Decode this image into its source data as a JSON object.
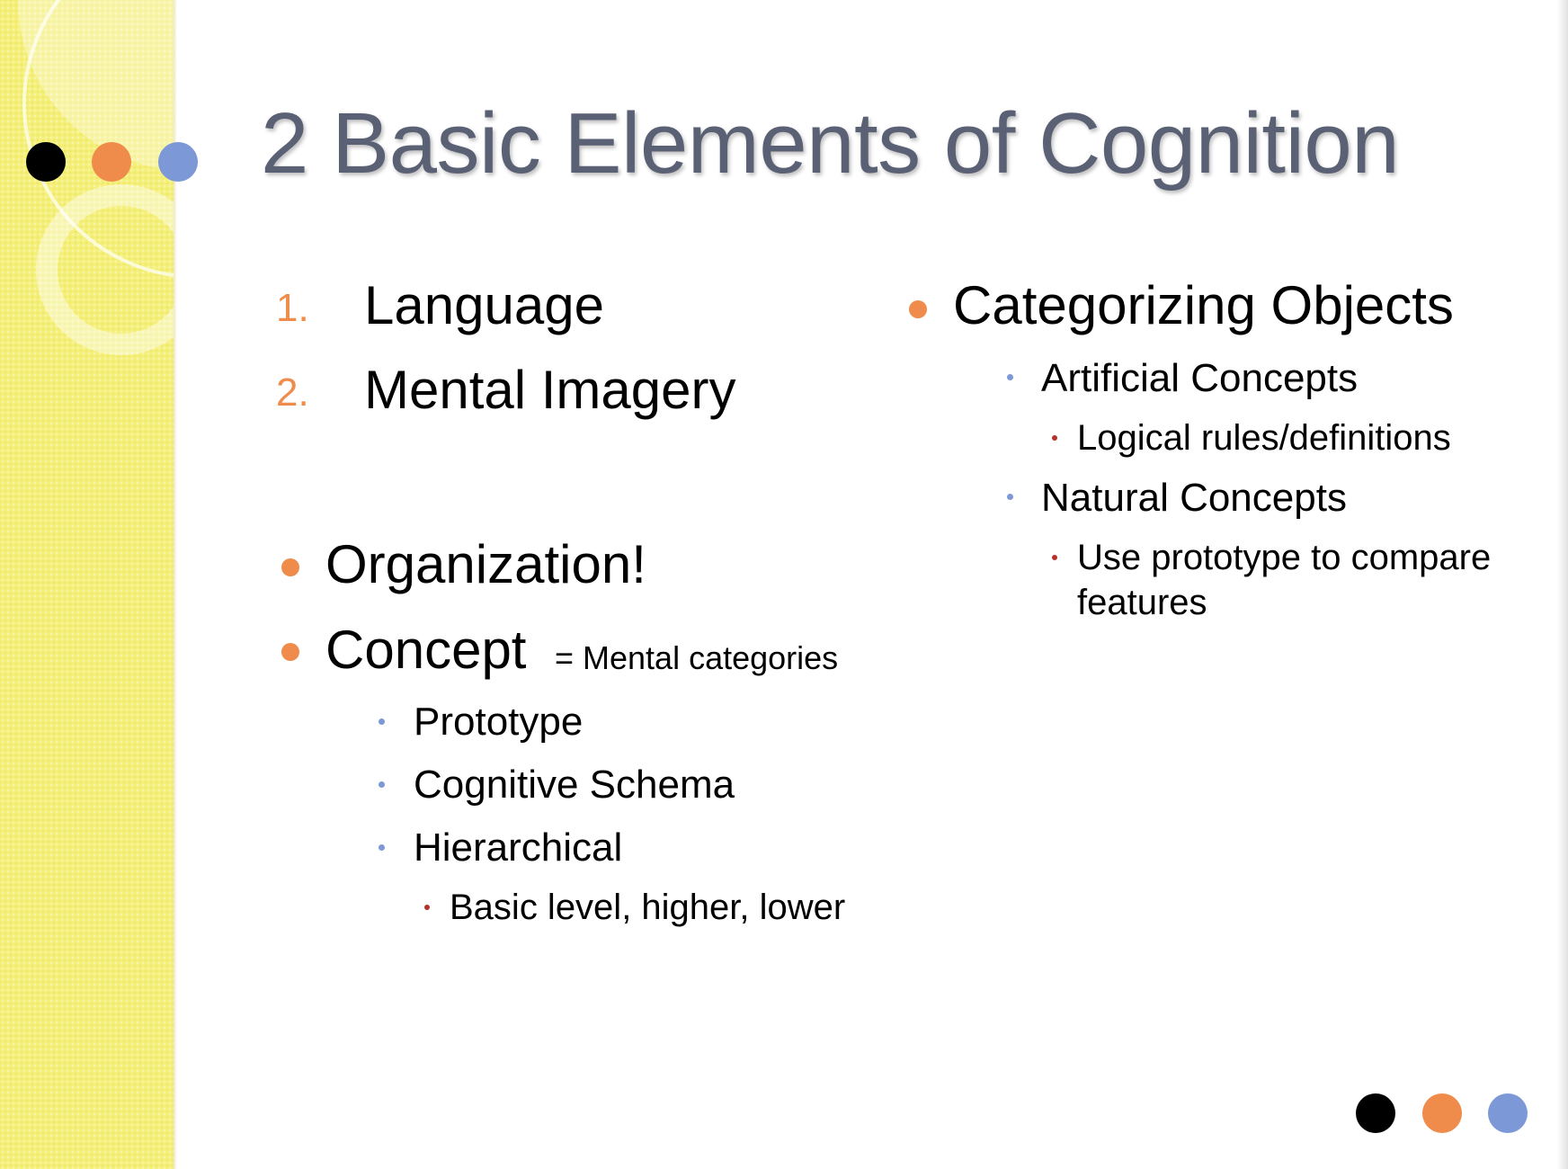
{
  "slide": {
    "title": "2 Basic Elements of Cognition",
    "left_column": {
      "numbered_items": [
        {
          "number": "1.",
          "text": "Language"
        },
        {
          "number": "2.",
          "text": "Mental Imagery"
        }
      ],
      "bullets": [
        {
          "text": "Organization!"
        },
        {
          "text": "Concept",
          "annotation": "= Mental categories"
        }
      ],
      "concept_subitems": [
        "Prototype",
        "Cognitive Schema",
        "Hierarchical"
      ],
      "hierarchical_subitem": "Basic level, higher, lower"
    },
    "right_column": {
      "heading": "Categorizing Objects",
      "items": [
        {
          "text": "Artificial Concepts",
          "sub": [
            "Logical rules/definitions"
          ]
        },
        {
          "text": "Natural Concepts",
          "sub": [
            "Use prototype to compare",
            "features"
          ]
        }
      ]
    }
  },
  "colors": {
    "title": "#5b6174",
    "accent_orange": "#ef8c4c",
    "accent_blue": "#7c98d6",
    "accent_black": "#000000",
    "sub_bullet_red": "#b7312b",
    "side_band": "#f5f07a"
  }
}
